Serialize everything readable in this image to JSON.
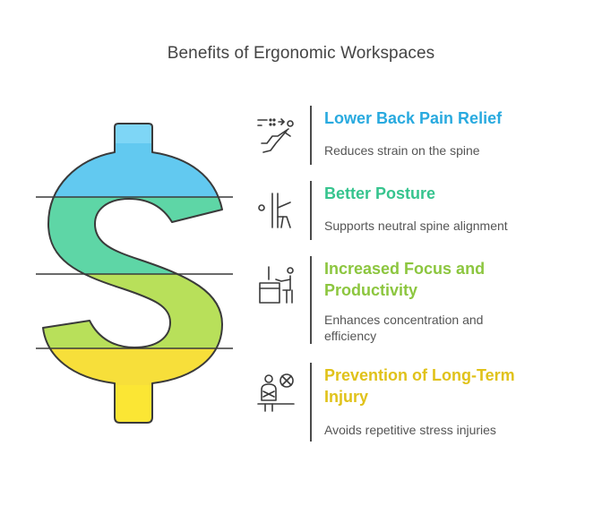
{
  "title": "Benefits of Ergonomic Workspaces",
  "colors": {
    "blue": "#29aadf",
    "teal": "#36c48e",
    "green": "#8cc63f",
    "yellow": "#e0c21a",
    "outline": "#3a3a3a"
  },
  "items": [
    {
      "heading": "Lower Back Pain Relief",
      "description": "Reduces strain on the spine",
      "icon": "reclining-person-icon",
      "color": "#29aadf"
    },
    {
      "heading": "Better Posture",
      "description": "Supports neutral spine alignment",
      "icon": "posture-person-icon",
      "color": "#36c48e"
    },
    {
      "heading": "Increased Focus and Productivity",
      "description": "Enhances concentration and efficiency",
      "icon": "desk-worker-icon",
      "color": "#8cc63f"
    },
    {
      "heading": "Prevention of Long-Term Injury",
      "description": "Avoids repetitive stress injuries",
      "icon": "injury-prevention-icon",
      "color": "#e0c21a"
    }
  ]
}
